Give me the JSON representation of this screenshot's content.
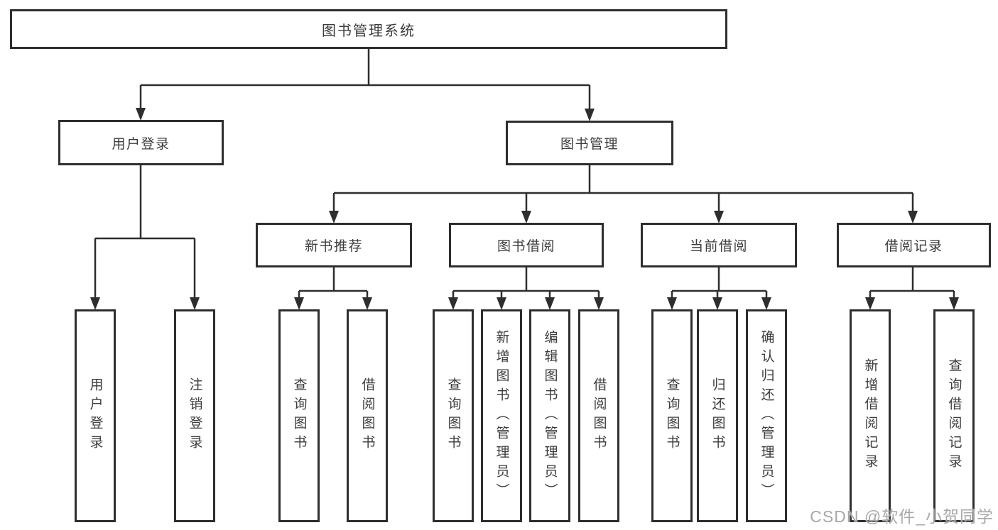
{
  "colors": {
    "line": "#2e2e2e",
    "text": "#3c3c3c",
    "watermark": "#a8a8a8",
    "background": "#ffffff"
  },
  "watermark": {
    "text": "CSDN @软件_小贺同学"
  },
  "tree": {
    "root": {
      "label": "图书管理系统"
    },
    "level2": [
      {
        "label": "用户登录"
      },
      {
        "label": "图书管理"
      }
    ],
    "level3": [
      {
        "label": "新书推荐"
      },
      {
        "label": "图书借阅"
      },
      {
        "label": "当前借阅"
      },
      {
        "label": "借阅记录"
      }
    ],
    "leaves": [
      {
        "label": "用户登录"
      },
      {
        "label": "注销登录"
      },
      {
        "label": "查询图书"
      },
      {
        "label": "借阅图书"
      },
      {
        "label": "查询图书"
      },
      {
        "label": "新增图书（管理员）"
      },
      {
        "label": "编辑图书（管理员）"
      },
      {
        "label": "借阅图书"
      },
      {
        "label": "查询图书"
      },
      {
        "label": "归还图书"
      },
      {
        "label": "确认归还（管理员）"
      },
      {
        "label": "新增借阅记录"
      },
      {
        "label": "查询借阅记录"
      }
    ]
  }
}
